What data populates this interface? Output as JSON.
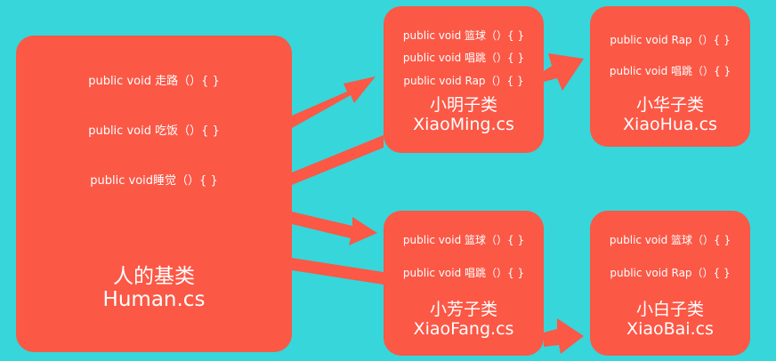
{
  "colors": {
    "background": "#36d6db",
    "box": "#fb5846",
    "text": "#ffffff"
  },
  "boxes": {
    "human": {
      "methods": [
        "public void  走路（）{ }",
        "public void 吃饭（）{ }",
        "public void睡觉（）{ }"
      ],
      "title": "人的基类",
      "file": "Human.cs"
    },
    "xiaoming": {
      "methods": [
        "public void 篮球（）{ }",
        "public void 唱跳（）{ }",
        "public void Rap（）{ }"
      ],
      "title": "小明子类",
      "file": "XiaoMing.cs"
    },
    "xiaohua": {
      "methods": [
        "public void Rap（）{ }",
        "public void 唱跳（）{ }"
      ],
      "title": "小华子类",
      "file": "XiaoHua.cs"
    },
    "xiaofang": {
      "methods": [
        "public void 篮球（）{ }",
        "public void 唱跳（）{ }"
      ],
      "title": "小芳子类",
      "file": "XiaoFang.cs"
    },
    "xiaobai": {
      "methods": [
        "public void 篮球（）{ }",
        "public void Rap（）{ }"
      ],
      "title": "小白子类",
      "file": "XiaoBai.cs"
    }
  }
}
